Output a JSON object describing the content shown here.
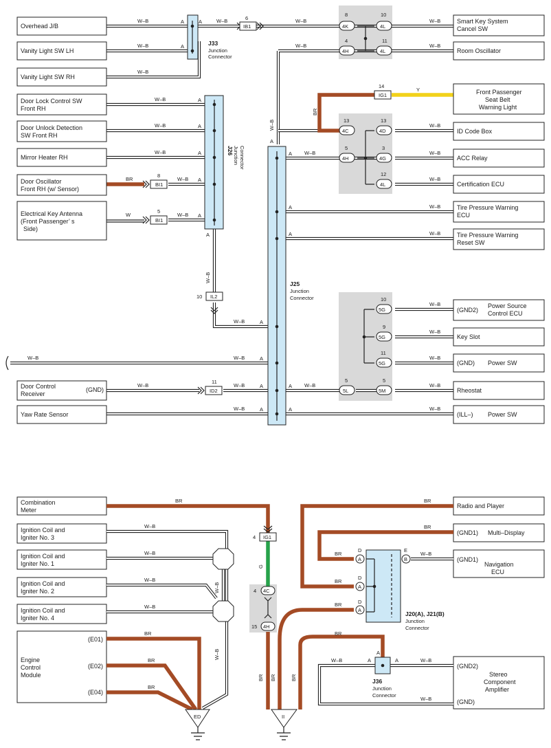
{
  "colors": {
    "wire_wb": "#222222",
    "wire_br": "#a44b25",
    "wire_y": "#f2d21a",
    "wire_g": "#27a24a",
    "junction_fill": "#cde8f6",
    "connector_group": "#d9d9d9"
  },
  "wire_codes": {
    "wb": "W–B",
    "br": "BR",
    "y": "Y",
    "g": "G",
    "w": "W"
  },
  "pin_a": "A",
  "pin_d": "D",
  "pin_e": "E",
  "pin_b": "B",
  "left_boxes": {
    "overhead_jb": "Overhead J/B",
    "vanity_lh": "Vanity Light SW LH",
    "vanity_rh": "Vanity Light SW RH",
    "door_lock_1": "Door Lock Control SW",
    "door_lock_2": "Front RH",
    "door_unlock_1": "Door Unlock Detection",
    "door_unlock_2": "SW Front RH",
    "mirror_heater": "Mirror Heater RH",
    "door_osc_1": "Door Oscillator",
    "door_osc_2": "Front RH (w/ Sensor)",
    "antenna_1": "Electrical Key Antenna",
    "antenna_2": "(Front Passenger’ s",
    "antenna_3": "Side)",
    "door_ctrl_1": "Door Control",
    "door_ctrl_2": "Receiver",
    "door_ctrl_gnd": "(GND)",
    "yaw": "Yaw Rate Sensor"
  },
  "right_boxes": {
    "smart_key_1": "Smart Key System",
    "smart_key_2": "Cancel SW",
    "room_osc": "Room Oscillator",
    "fp_1": "Front Passenger",
    "fp_2": "Seat Belt",
    "fp_3": "Warning Light",
    "id_code": "ID Code Box",
    "acc": "ACC Relay",
    "cert": "Certification ECU",
    "tpw_1": "Tire Pressure Warning",
    "tpw_2": "ECU",
    "tpr_1": "Tire Pressure Warning",
    "tpr_2": "Reset SW",
    "psc_pin": "(GND2)",
    "psc_1": "Power Source",
    "psc_2": "Control ECU",
    "key_slot": "Key Slot",
    "psw_pin": "(GND)",
    "psw": "Power SW",
    "rheostat": "Rheostat",
    "psw2_pin": "(ILL–)",
    "psw2": "Power SW"
  },
  "junctions": {
    "j33_id": "J33",
    "j33_1": "Junction",
    "j33_2": "Connector",
    "j26_id": "J26",
    "j26_1": "Junction",
    "j26_2": "Connector",
    "j25_id": "J25",
    "j25_1": "Junction",
    "j25_2": "Connector",
    "j20_id": "J20(A), J21(B)",
    "j20_1": "Junction",
    "j20_2": "Connector",
    "j36_id": "J36",
    "j36_1": "Junction",
    "j36_2": "Connector"
  },
  "connectors": {
    "ib1": "IB1",
    "ib1_pin": "6",
    "ig1": "IG1",
    "ig1_pin": "14",
    "bi1": "BI1",
    "bi1_pin_a": "8",
    "bi1_pin_b": "5",
    "il2": "IL2",
    "il2_pin": "10",
    "id2": "ID2",
    "id2_pin": "11",
    "ig1b": "IG1",
    "ig1b_pin": "4"
  },
  "ovals": {
    "c4k": "4K",
    "c4k_p": "8",
    "c4l_a": "4L",
    "c4l_a_p": "10",
    "c4h_a": "4H",
    "c4h_a_p": "4",
    "c4l_b": "4L",
    "c4l_b_p": "11",
    "c4c": "4C",
    "c4c_p": "13",
    "c4d": "4D",
    "c4d_p": "13",
    "c4h_b": "4H",
    "c4h_b_p": "5",
    "c4g": "4G",
    "c4g_p": "3",
    "c4l_c": "4L",
    "c4l_c_p": "12",
    "c5g_a": "5G",
    "c5g_a_p": "10",
    "c5g_b": "5G",
    "c5g_b_p": "9",
    "c5g_c": "5G",
    "c5g_c_p": "11",
    "c5l": "5L",
    "c5l_p": "5",
    "c5m": "5M",
    "c5m_p": "5",
    "c4c_b": "4C",
    "c4c_b_p": "4",
    "c4h_c": "4H",
    "c4h_c_p": "15"
  },
  "bottom": {
    "combo_1": "Combination",
    "combo_2": "Meter",
    "ign3_1": "Ignition Coil and",
    "ign3_2": "Igniter No. 3",
    "ign1_1": "Ignition Coil and",
    "ign1_2": "Igniter No. 1",
    "ign2_1": "Ignition Coil and",
    "ign2_2": "Igniter No. 2",
    "ign4_1": "Ignition Coil and",
    "ign4_2": "Igniter No. 4",
    "ecm_1": "Engine",
    "ecm_2": "Control",
    "ecm_3": "Module",
    "e01": "(E01)",
    "e02": "(E02)",
    "e04": "(E04)",
    "ground_ed": "ED",
    "ground_ii": "II",
    "radio": "Radio and Player",
    "md_pin": "(GND1)",
    "md": "Multi–Display",
    "nav_pin": "(GND1)",
    "nav_1": "Navigation",
    "nav_2": "ECU",
    "amp_pin1": "(GND2)",
    "amp_pin2": "(GND)",
    "amp_1": "Stereo",
    "amp_2": "Component",
    "amp_3": "Amplifier"
  }
}
